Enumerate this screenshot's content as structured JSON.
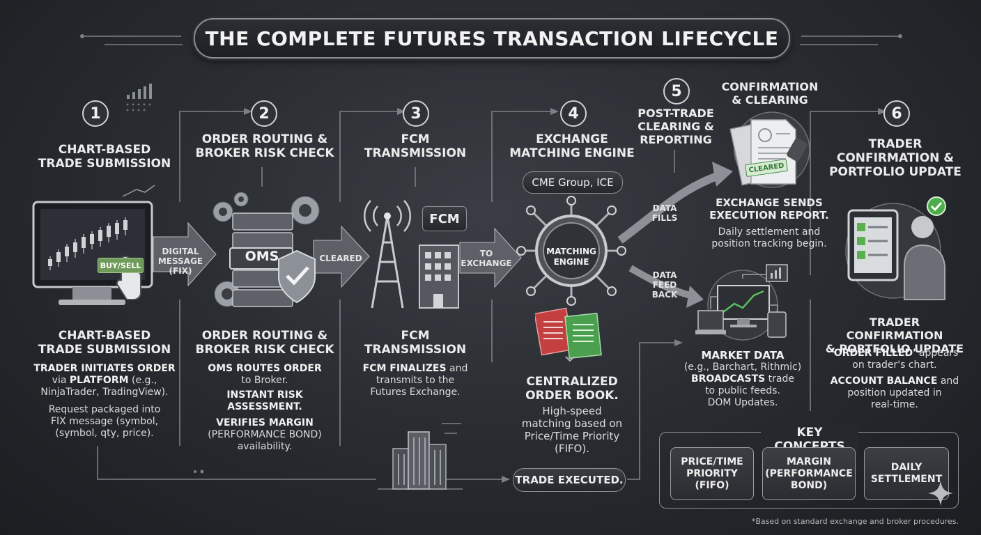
{
  "title": "THE COMPLETE FUTURES TRANSACTION LIFECYCLE",
  "steps": [
    {
      "num": "1",
      "header_lines": [
        "CHART-BASED",
        "TRADE SUBMISSION"
      ],
      "screen_button": "BUY/SELL",
      "sub_lines": [
        "CHART-BASED",
        "TRADE SUBMISSION"
      ],
      "desc1_bold": "TRADER INITIATES ORDER",
      "desc1_mid": "via ",
      "desc1_bold2": "PLATFORM",
      "desc1_rest": " (e.g.,",
      "desc1_line3": "NinjaTrader, TradingView).",
      "desc2_lines": [
        "Request packaged into",
        "FIX message (symbol,",
        "(symbol, qty, price)."
      ]
    },
    {
      "num": "2",
      "header_lines": [
        "ORDER ROUTING &",
        "BROKER RISK CHECK"
      ],
      "server_label": "OMS",
      "sub_lines": [
        "ORDER ROUTING &",
        "BROKER RISK CHECK"
      ],
      "d1_bold": "OMS ROUTES ORDER",
      "d1_rest": "to Broker.",
      "d2_lines": [
        "INSTANT RISK",
        "ASSESSMENT."
      ],
      "d3_bold": "VERIFIES MARGIN",
      "d3_lines": [
        "(PERFORMANCE BOND)",
        "availability."
      ]
    },
    {
      "num": "3",
      "header_lines": [
        "FCM",
        "TRANSMISSION"
      ],
      "bubble": "FCM",
      "sub_lines": [
        "FCM",
        "TRANSMISSION"
      ],
      "d_bold": "FCM FINALIZES",
      "d_rest": " and",
      "d_lines": [
        "transmits to the",
        "Futures Exchange."
      ]
    },
    {
      "num": "4",
      "header_lines": [
        "EXCHANGE",
        "MATCHING ENGINE"
      ],
      "tag": "CME Group, ICE",
      "engine_lines": [
        "MATCHING",
        "ENGINE"
      ],
      "sub_lines": [
        "CENTRALIZED",
        "ORDER BOOK."
      ],
      "d_lines": [
        "High-speed",
        "matching based on",
        "Price/Time Priority",
        "(FIFO)."
      ]
    },
    {
      "num": "5",
      "header_lines": [
        "POST-TRADE",
        "CLEARING &",
        "REPORTING"
      ],
      "confirm_lines": [
        "CONFIRMATION",
        "& CLEARING"
      ],
      "stamp": "CLEARED",
      "exec_lines": [
        "EXCHANGE SENDS",
        "EXECUTION REPORT."
      ],
      "exec_desc": [
        "Daily settlement and",
        "position tracking begin."
      ],
      "md_bold": "MARKET DATA",
      "md_lines": [
        "(e.g., Barchart, Rithmic)"
      ],
      "md_bold2": "BROADCASTS",
      "md_rest": " trade",
      "md_lines2": [
        "to public feeds.",
        "DOM Updates."
      ]
    },
    {
      "num": "6",
      "header_lines": [
        "TRADER",
        "CONFIRMATION &",
        "PORTFOLIO UPDATE"
      ],
      "sub_lines": [
        "TRADER CONFIRMATION",
        "& PORTFOLIO UPDATE"
      ],
      "d1_bold": "'ORDER FILLED'",
      "d1_rest": " appears",
      "d1_line2": "on trader's chart.",
      "d2_bold": "ACCOUNT BALANCE",
      "d2_rest": " and",
      "d2_lines": [
        "position updated in",
        "real-time."
      ]
    }
  ],
  "arrows": {
    "a1": [
      "DIGITAL",
      "MESSAGE",
      "(FIX)"
    ],
    "a2": [
      "CLEARED"
    ],
    "a3": [
      "TO",
      "EXCHANGE"
    ],
    "a4": [
      "DATA",
      "FILLS"
    ],
    "a5": [
      "DATA",
      "FEED",
      "BACK"
    ]
  },
  "trade_executed": "TRADE EXECUTED.",
  "key_concepts": {
    "title": "KEY CONCEPTS",
    "items": [
      [
        "PRICE/TIME",
        "PRIORITY",
        "(FIFO)"
      ],
      [
        "MARGIN",
        "(PERFORMANCE",
        "BOND)"
      ],
      [
        "DAILY",
        "SETTLEMENT"
      ]
    ]
  },
  "footnote": "*Based on standard exchange and broker procedures.",
  "colors": {
    "bg": "#2a2d32",
    "text": "#ececec",
    "accent_green": "#58b84a",
    "accent_red": "#c94040"
  }
}
